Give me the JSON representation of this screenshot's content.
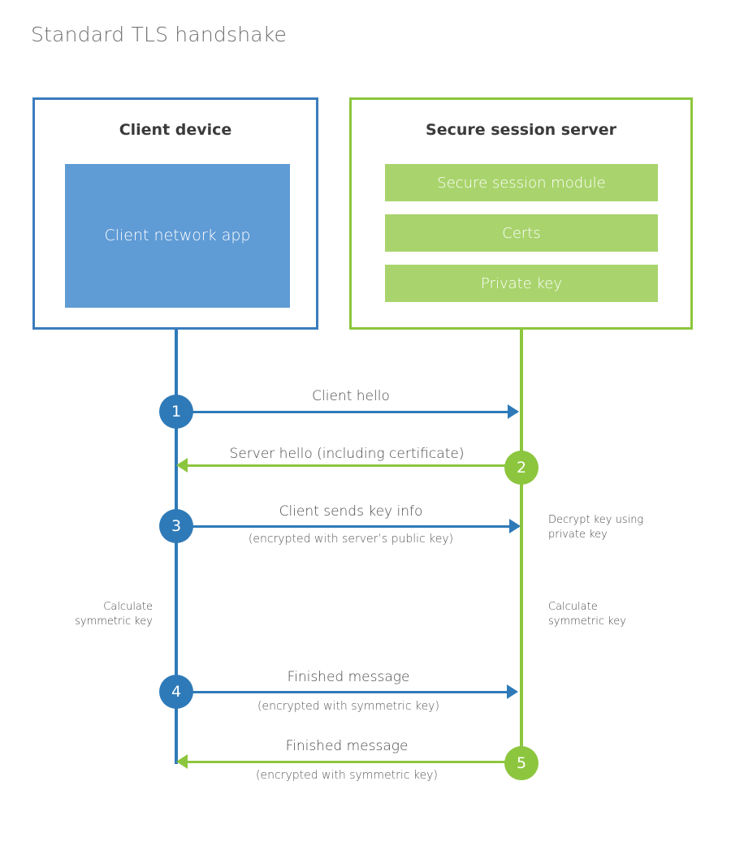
{
  "page": {
    "title": "Standard TLS handshake",
    "background": "#ffffff"
  },
  "colors": {
    "client_accent": "#2e7ab8",
    "client_border": "#3a7cbe",
    "client_fill": "#5f9bd5",
    "server_accent": "#8cc63e",
    "server_fill": "#a9d46d",
    "title_text": "#6d6e70",
    "body_text": "#4a4a4a"
  },
  "client": {
    "title": "Client device",
    "app_label": "Client network app"
  },
  "server": {
    "title": "Secure session server",
    "modules": [
      {
        "label": "Secure session module"
      },
      {
        "label": "Certs"
      },
      {
        "label": "Private key"
      }
    ]
  },
  "steps": [
    {
      "number": "1",
      "direction": "client-to-server",
      "side": "client",
      "primary": "Client hello",
      "secondary": ""
    },
    {
      "number": "2",
      "direction": "server-to-client",
      "side": "server",
      "primary": "Server hello (including certificate)",
      "secondary": ""
    },
    {
      "number": "3",
      "direction": "client-to-server",
      "side": "client",
      "primary": "Client sends key info",
      "secondary": "(encrypted with server’s public key)"
    },
    {
      "number": "4",
      "direction": "client-to-server",
      "side": "client",
      "primary": "Finished message",
      "secondary": "(encrypted with symmetric key)"
    },
    {
      "number": "5",
      "direction": "server-to-client",
      "side": "server",
      "primary": "Finished message",
      "secondary": "(encrypted with symmetric key)"
    }
  ],
  "annotations": {
    "decrypt_key": "Decrypt key using\nprivate key",
    "client_calculate": "Calculate\nsymmetric key",
    "server_calculate": "Calculate\nsymmetric key"
  }
}
